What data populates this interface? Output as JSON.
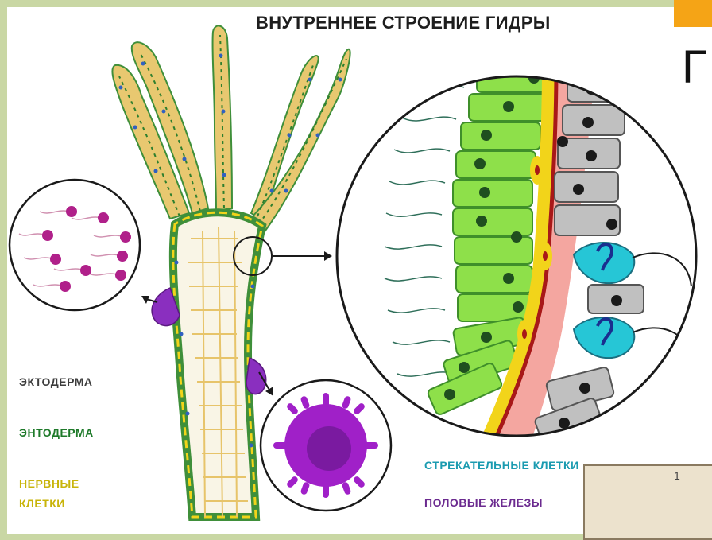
{
  "title": "ВНУТРЕННЕЕ СТРОЕНИЕ ГИДРЫ",
  "big_letter": "Г",
  "legend": {
    "ectoderm": "ЭКТОДЕРМА",
    "endoderm": "ЭНТОДЕРМА",
    "nerve_line1": "НЕРВНЫЕ",
    "nerve_line2": "КЛЕТКИ",
    "stinging": "СТРЕКАТЕЛЬНЫЕ КЛЕТКИ",
    "sex": "ПОЛОВЫЕ ЖЕЛЕЗЫ"
  },
  "photo_label": "1",
  "colors": {
    "background": "#c9d7a4",
    "accent_tab": "#f5a416",
    "ectoderm_cell": "#c0c0c0",
    "endoderm_cell": "#8ee04a",
    "mesoglea": "#f2d41a",
    "nerve": "#c8b40a",
    "stinging_cell": "#26c6d6",
    "sex_cells": "#a020c8",
    "body_tissue": "#e8c870"
  }
}
